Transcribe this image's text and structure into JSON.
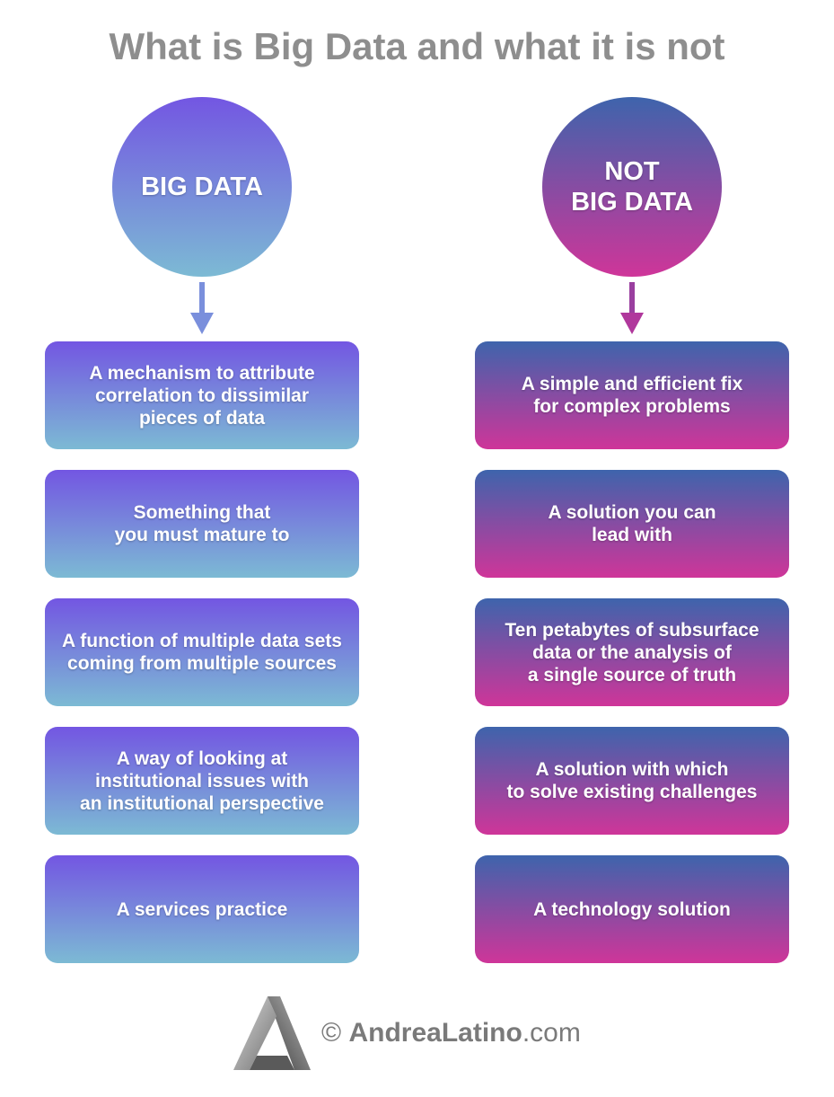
{
  "title": "What is Big Data and what it is not",
  "left": {
    "heading": "BIG DATA",
    "items": [
      "A mechanism to attribute\ncorrelation to dissimilar\npieces of data",
      "Something that\nyou must mature to",
      "A function of multiple data sets\ncoming from multiple sources",
      "A way of looking at\ninstitutional issues with\nan institutional perspective",
      "A services practice"
    ]
  },
  "right": {
    "heading": "NOT\nBIG DATA",
    "items": [
      "A simple and efficient fix\nfor complex problems",
      "A solution you can\nlead with",
      "Ten petabytes of subsurface\ndata or the analysis of\na single source of truth",
      "A solution with which\nto solve existing challenges",
      "A technology solution"
    ]
  },
  "footer": {
    "copyright": "©",
    "brand_name": "AndreaLatino",
    "brand_tld": ".com"
  },
  "colors": {
    "left_top": "#7356e2",
    "left_bottom": "#7cbad4",
    "right_top": "#3e64ac",
    "right_bottom": "#cf3599",
    "title": "#8e8e8e"
  }
}
